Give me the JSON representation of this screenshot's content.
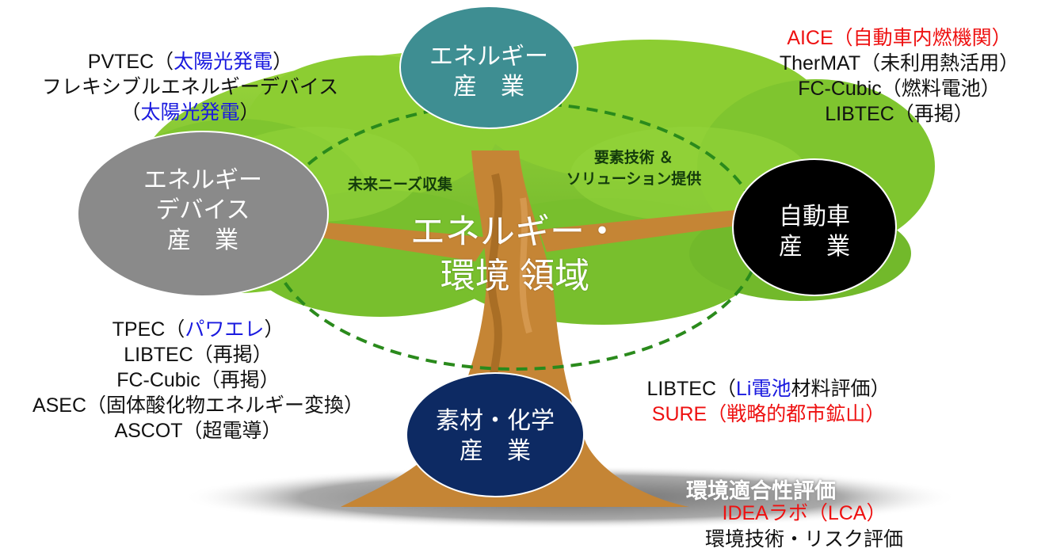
{
  "circles": {
    "energy": {
      "line1": "エネルギー",
      "line2": "産　業",
      "color": "#3e8e92"
    },
    "device": {
      "line1": "エネルギー",
      "line2": "デバイス",
      "line3": "産　業",
      "color": "#8a8a8a"
    },
    "auto": {
      "line1": "自動車",
      "line2": "産　業",
      "color": "#000000"
    },
    "materials": {
      "line1": "素材・化学",
      "line2": "産　業",
      "color": "#0d2a63"
    }
  },
  "center": {
    "line1": "エネルギー・",
    "line2": "環境 領域"
  },
  "inner_labels": {
    "left": "未来ニーズ収集",
    "right_line1": "要素技術 ＆",
    "right_line2": "ソリューション提供"
  },
  "top_left": {
    "l1_prefix": "PVTEC（",
    "l1_blue": "太陽光発電",
    "l1_suffix": "）",
    "l2": "フレキシブルエネルギーデバイス",
    "l3_prefix": "（",
    "l3_blue": "太陽光発電",
    "l3_suffix": "）"
  },
  "top_right": {
    "l1": "AICE（自動車内燃機関）",
    "l2": "TherMAT（未利用熱活用）",
    "l3": "FC-Cubic（燃料電池）",
    "l4": "LIBTEC（再掲）"
  },
  "bottom_left": {
    "l1_prefix": "TPEC（",
    "l1_blue": "パワエレ",
    "l1_suffix": "）",
    "l2": "LIBTEC（再掲）",
    "l3": "FC-Cubic（再掲）",
    "l4": "ASEC（固体酸化物エネルギー変換）",
    "l5": "ASCOT（超電導）"
  },
  "bottom_right": {
    "l1_prefix": "LIBTEC（",
    "l1_blue": "Li電池",
    "l1_suffix": "材料評価）",
    "l2": "SURE（戦略的都市鉱山）"
  },
  "ground": {
    "title": "環境適合性評価",
    "l2": "IDEAラボ（LCA）",
    "l3": "環境技術・リスク評価"
  },
  "colors": {
    "foliage": "#7cc42c",
    "foliage_dark": "#5a9e22",
    "trunk": "#b87a2e",
    "trunk_dark": "#8a5a20",
    "dashed": "#2a8a1c",
    "shadow": "#8c8c8c",
    "red_text": "#ee1111",
    "blue_text": "#1a1adf"
  }
}
